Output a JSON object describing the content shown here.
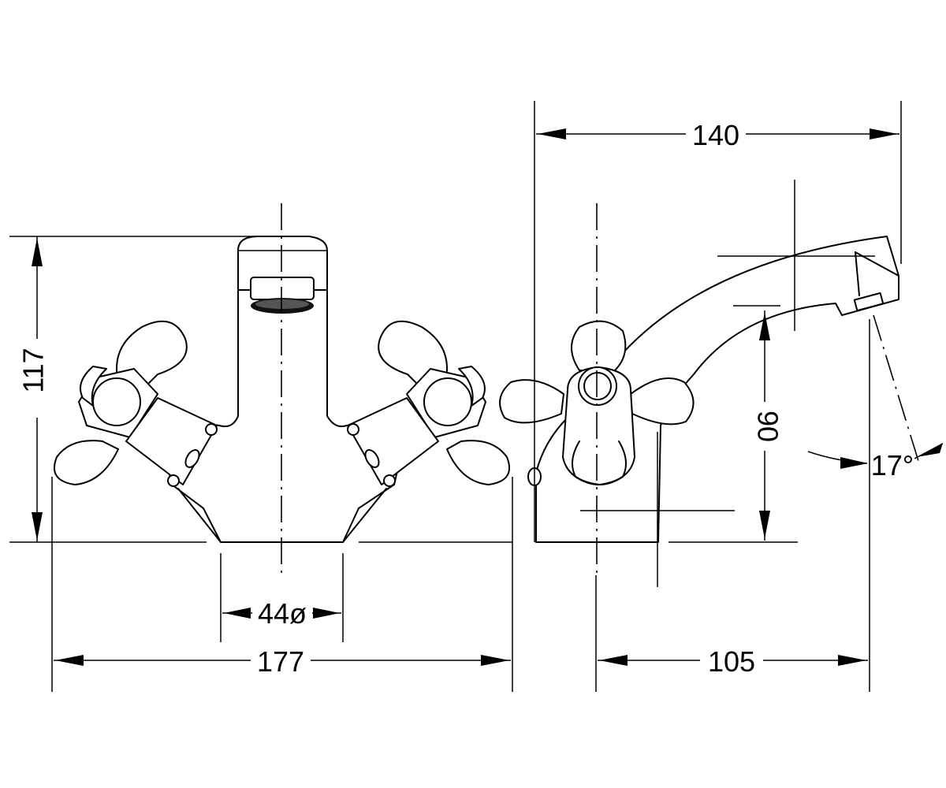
{
  "dimensions": {
    "overall_height": "117",
    "base_diameter": "44ø",
    "overall_width": "177",
    "side_depth": "140",
    "spout_height": "90",
    "spout_reach": "105",
    "spout_angle": "17°"
  }
}
